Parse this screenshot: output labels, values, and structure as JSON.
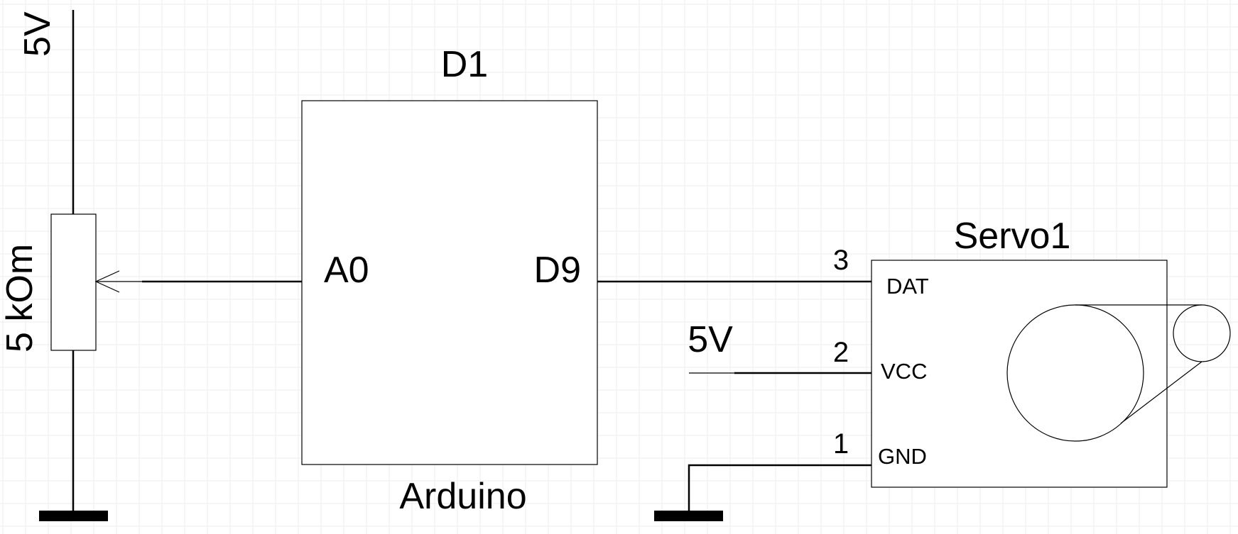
{
  "rails": {
    "pot_supply": "5V",
    "servo_supply": "5V"
  },
  "potentiometer": {
    "value": "5 kOm"
  },
  "arduino": {
    "designator": "D1",
    "name": "Arduino",
    "pin_left": "A0",
    "pin_right": "D9"
  },
  "servo": {
    "designator": "Servo1",
    "pins": [
      {
        "number": "3",
        "name": "DAT"
      },
      {
        "number": "2",
        "name": "VCC"
      },
      {
        "number": "1",
        "name": "GND"
      }
    ]
  },
  "colors": {
    "line": "#000000",
    "grid": "#ececec",
    "background": "#ffffff"
  }
}
